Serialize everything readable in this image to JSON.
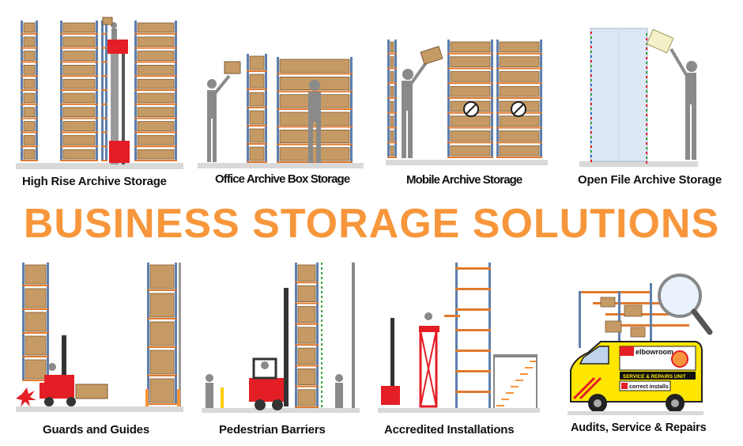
{
  "headline": "BUSINESS STORAGE SOLUTIONS",
  "colors": {
    "headline": "#F7963B",
    "rack_frame": "#5E7FAE",
    "rack_beam": "#E07A2E",
    "box": "#C69A64",
    "box_edge": "#7A5A34",
    "figure": "#8A8A8A",
    "truck_red": "#E41E25",
    "van_yellow": "#FFE600",
    "floor": "#D9D9D9"
  },
  "panels": [
    {
      "caption": "High Rise Archive Storage",
      "icon": "high-rise-rack-illustration"
    },
    {
      "caption": "Office Archive Box Storage",
      "icon": "office-shelving-illustration"
    },
    {
      "caption": "Mobile Archive Storage",
      "icon": "mobile-racking-illustration"
    },
    {
      "caption": "Open File Archive Storage",
      "icon": "open-file-shelving-illustration"
    },
    {
      "caption": "Guards and Guides",
      "icon": "rack-guard-forklift-illustration"
    },
    {
      "caption": "Pedestrian Barriers",
      "icon": "pedestrian-barrier-forklift-illustration"
    },
    {
      "caption": "Accredited Installations",
      "icon": "installation-lift-illustration"
    },
    {
      "caption": "Audits, Service & Repairs",
      "icon": "service-van-illustration"
    }
  ],
  "van": {
    "brand": "elbowroom",
    "unit_label": "SERVICE & REPAIRS UNIT",
    "badge": "correct installs"
  }
}
